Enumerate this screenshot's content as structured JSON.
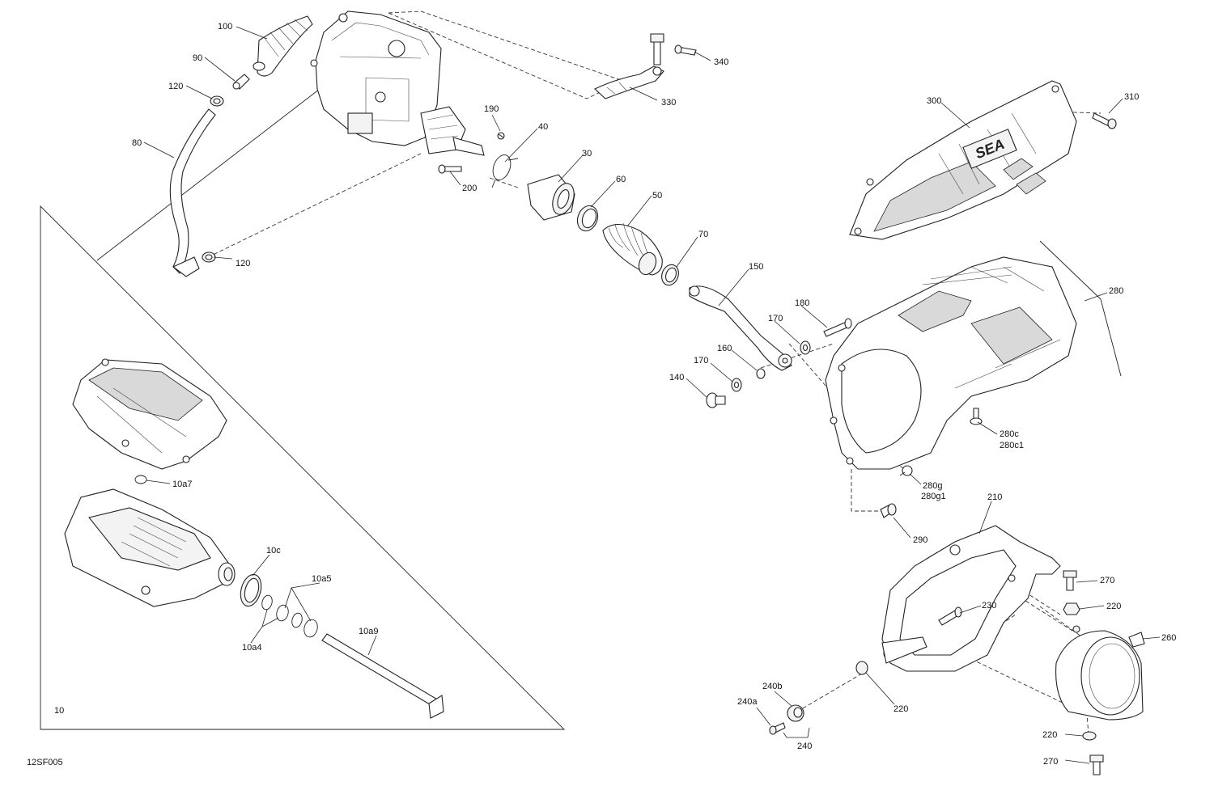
{
  "figure_code": "12SF005",
  "callouts": {
    "c100": "100",
    "c90": "90",
    "c120a": "120",
    "c120b": "120",
    "c80": "80",
    "c190": "190",
    "c40": "40",
    "c30": "30",
    "c200": "200",
    "c60": "60",
    "c50": "50",
    "c70": "70",
    "c150": "150",
    "c180": "180",
    "c170a": "170",
    "c160": "160",
    "c170b": "170",
    "c140": "140",
    "c340": "340",
    "c330": "330",
    "c300": "300",
    "c310": "310",
    "c280": "280",
    "c280c": "280c",
    "c280c1": "280c1",
    "c280g": "280g",
    "c280g1": "280g1",
    "c290": "290",
    "c210": "210",
    "c270a": "270",
    "c220a": "220",
    "c230": "230",
    "c260": "260",
    "c220b": "220",
    "c240b": "240b",
    "c240a": "240a",
    "c240": "240",
    "c220c": "220",
    "c270b": "270",
    "c10a7": "10a7",
    "c10c": "10c",
    "c10a5": "10a5",
    "c10a4": "10a4",
    "c10a9": "10a9",
    "c10": "10"
  },
  "logo_text": "SEA"
}
